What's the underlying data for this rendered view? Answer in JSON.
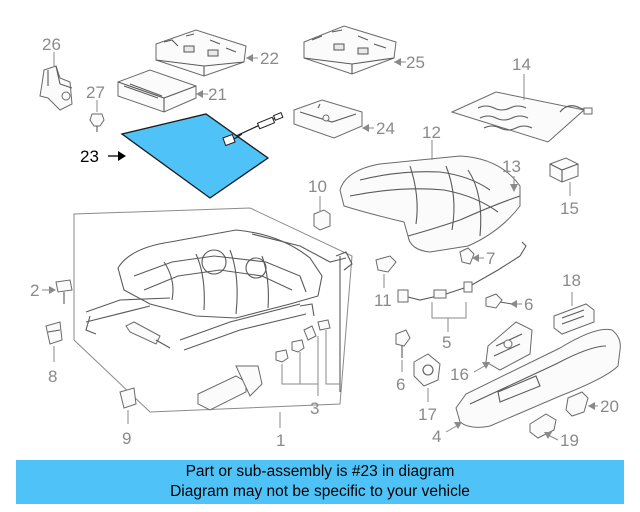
{
  "diagram": {
    "highlight_color": "#4fc3f7",
    "highlighted_part": "23",
    "callouts": {
      "c1": "1",
      "c2": "2",
      "c3": "3",
      "c4": "4",
      "c5": "5",
      "c6a": "6",
      "c6b": "6",
      "c7": "7",
      "c8": "8",
      "c9": "9",
      "c10": "10",
      "c11": "11",
      "c12": "12",
      "c13": "13",
      "c14": "14",
      "c15": "15",
      "c16": "16",
      "c17": "17",
      "c18": "18",
      "c19": "19",
      "c20": "20",
      "c21": "21",
      "c22": "22",
      "c23": "23",
      "c24": "24",
      "c25": "25",
      "c26": "26",
      "c27": "27"
    }
  },
  "footer": {
    "line1": "Part or sub-assembly is #23 in diagram",
    "line2": "Diagram may not be specific to your vehicle"
  }
}
